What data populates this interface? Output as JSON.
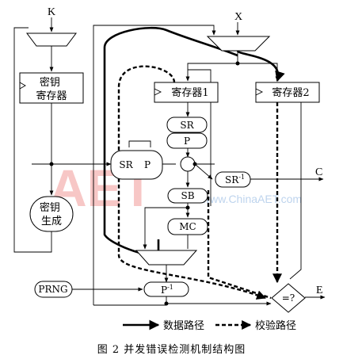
{
  "inputs": {
    "k": "K",
    "x": "X",
    "prng": "PRNG"
  },
  "outputs": {
    "c": "C",
    "e": "E"
  },
  "blocks": {
    "key_register": "密钥\n寄存器",
    "key_gen": "密钥\n生成",
    "register1": "寄存器1",
    "register2": "寄存器2",
    "sr": "SR",
    "p": "P",
    "sr_inner": "SR",
    "p_inner": "P",
    "sr_inv": "SR",
    "sr_inv_exp": "-1",
    "sb": "SB",
    "mc": "MC",
    "p_inv": "P",
    "p_inv_exp": "-1",
    "compare": "=?"
  },
  "legend": {
    "data_path": "数据路径",
    "check_path": "校验路径"
  },
  "watermark": {
    "letters": "AET",
    "url": "www.ChinaAET.com"
  },
  "caption": "图 2   并发错误检测机制结构图"
}
